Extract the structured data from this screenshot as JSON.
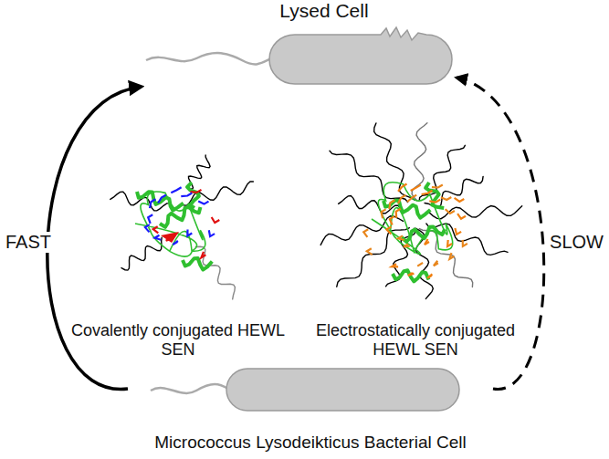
{
  "diagram": {
    "nodes": [
      {
        "text": [
          "Lysed Cell"
        ]
      },
      {
        "text": [
          "Micrococcus Lysodeikticus Bacterial Cell"
        ]
      }
    ],
    "edges": [
      {
        "from": 1,
        "to": 0,
        "arrow": "to",
        "label": "FAST"
      },
      {
        "from": 1,
        "to": 0,
        "arrow": "to",
        "label": "SLOW"
      }
    ],
    "labels": [
      "Covalently conjugated HEWL SEN",
      "Electrostatically conjugated HEWL SEN"
    ]
  }
}
